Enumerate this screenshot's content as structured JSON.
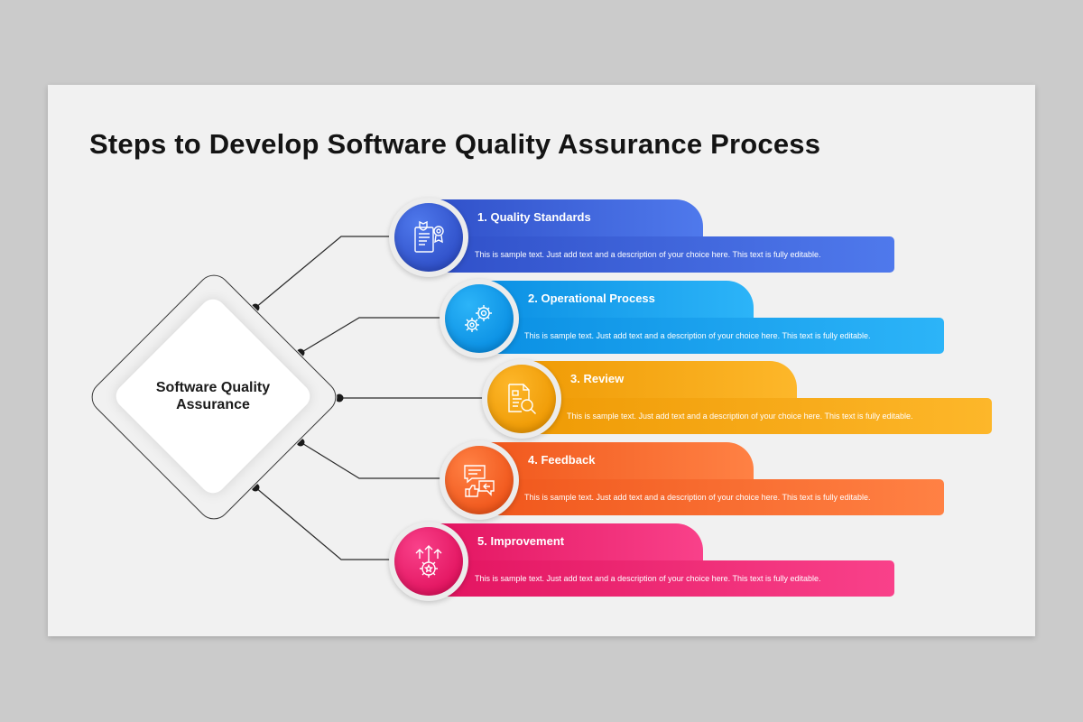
{
  "title": "Steps to Develop Software Quality Assurance Process",
  "center": {
    "line1": "Software Quality",
    "line2": "Assurance"
  },
  "steps": [
    {
      "label": "1. Quality Standards",
      "description": "This is sample text. Just add text and a description of your choice here. This text is fully editable.",
      "icon": "certificate-icon",
      "colors": {
        "dark": "#2f4fc8",
        "light": "#4f79ec"
      }
    },
    {
      "label": "2. Operational Process",
      "description": "This is sample text. Just add text and a description of your choice here. This text is fully editable.",
      "icon": "gears-icon",
      "colors": {
        "dark": "#0a8fe3",
        "light": "#2cb4f8"
      }
    },
    {
      "label": "3. Review",
      "description": "This is sample text. Just add text and a description of your choice here. This text is fully editable.",
      "icon": "document-search-icon",
      "colors": {
        "dark": "#ef9a04",
        "light": "#fdb72a"
      }
    },
    {
      "label": "4. Feedback",
      "description": "This is sample text. Just add text and a description of your choice here. This text is fully editable.",
      "icon": "feedback-chat-icon",
      "colors": {
        "dark": "#f0561b",
        "light": "#ff8144"
      }
    },
    {
      "label": "5. Improvement",
      "description": "This is sample text. Just add text and a description of your choice here. This text is fully editable.",
      "icon": "improvement-gear-icon",
      "colors": {
        "dark": "#e2135f",
        "light": "#f9418a"
      }
    }
  ]
}
